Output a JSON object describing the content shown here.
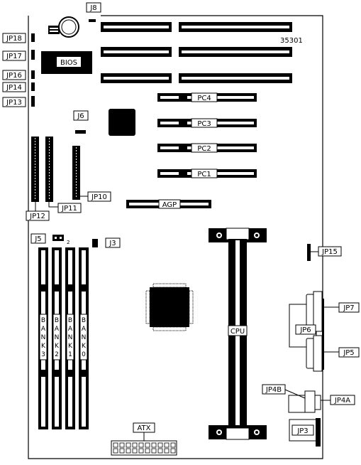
{
  "board_id": "35301",
  "labels": {
    "j8": "J8",
    "jp18": "JP18",
    "jp17": "JP17",
    "jp16": "JP16",
    "jp14": "JP14",
    "jp13": "JP13",
    "j6": "J6",
    "jp10": "JP10",
    "jp11": "JP11",
    "jp12": "JP12",
    "j5": "J5",
    "j3": "J3",
    "jp15": "JP15",
    "jp7": "JP7",
    "jp6": "JP6",
    "jp5": "JP5",
    "jp4b": "JP4B",
    "jp4a": "JP4A",
    "jp3": "JP3",
    "atx": "ATX",
    "bios": "BIOS",
    "cpu": "CPU",
    "agp": "AGP",
    "pc4": "PC4",
    "pc3": "PC3",
    "pc2": "PC2",
    "pc1": "PC1",
    "j5_pin": "2"
  },
  "banks": [
    {
      "letters": [
        "B",
        "A",
        "N",
        "K",
        "3"
      ]
    },
    {
      "letters": [
        "B",
        "A",
        "N",
        "K",
        "2"
      ]
    },
    {
      "letters": [
        "B",
        "A",
        "N",
        "K",
        "1"
      ]
    },
    {
      "letters": [
        "B",
        "A",
        "N",
        "K",
        "0"
      ]
    }
  ]
}
